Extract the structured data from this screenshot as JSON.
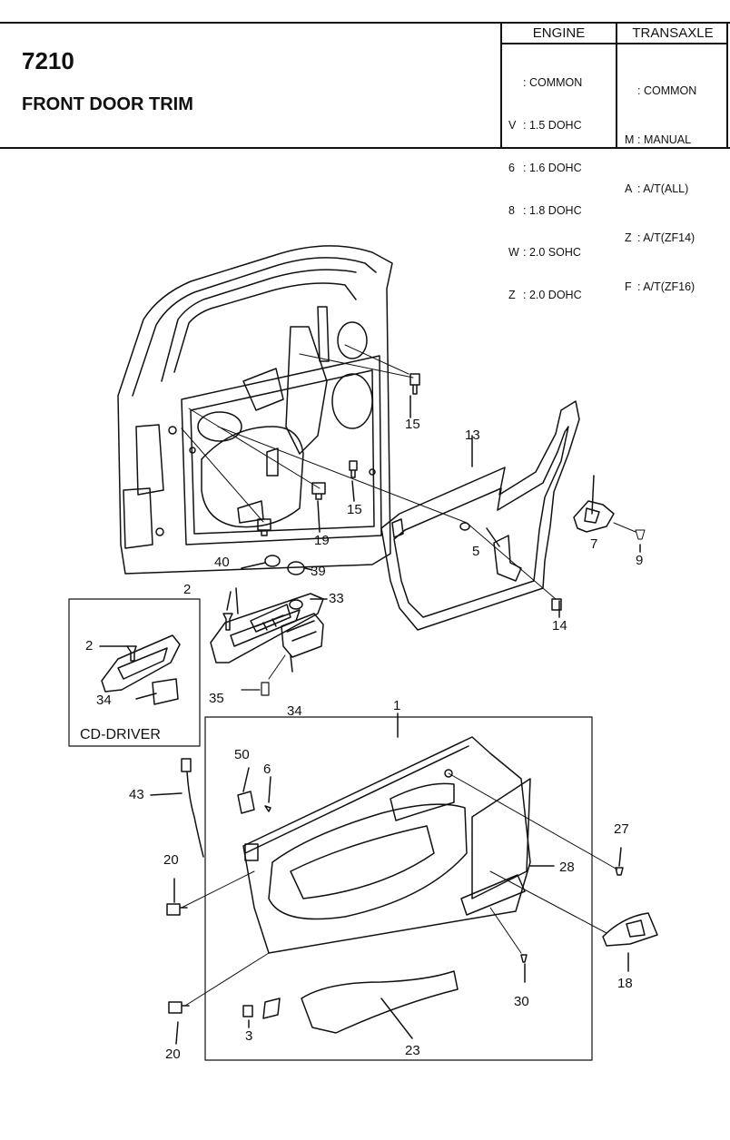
{
  "header": {
    "code": "7210",
    "title": "FRONT DOOR TRIM",
    "engine": {
      "label": "ENGINE",
      "rows": [
        {
          "key": "",
          "value": "COMMON"
        },
        {
          "key": "V",
          "value": "1.5 DOHC"
        },
        {
          "key": "6",
          "value": "1.6 DOHC"
        },
        {
          "key": "8",
          "value": "1.8 DOHC"
        },
        {
          "key": "W",
          "value": "2.0 SOHC"
        },
        {
          "key": "Z",
          "value": "2.0 DOHC"
        }
      ]
    },
    "transaxle": {
      "label": "TRANSAXLE",
      "rows": [
        {
          "key": "",
          "value": "COMMON"
        },
        {
          "key": "M",
          "value": "MANUAL"
        },
        {
          "key": "A",
          "value": "A/T(ALL)"
        },
        {
          "key": "Z",
          "value": "A/T(ZF14)"
        },
        {
          "key": "F",
          "value": "A/T(ZF16)"
        }
      ]
    }
  },
  "diagram": {
    "callouts": {
      "c1": "1",
      "c2a": "2",
      "c2b": "2",
      "c3": "3",
      "c5": "5",
      "c6": "6",
      "c7": "7",
      "c9": "9",
      "c13": "13",
      "c14": "14",
      "c15a": "15",
      "c15b": "15",
      "c18": "18",
      "c19": "19",
      "c20a": "20",
      "c20b": "20",
      "c23": "23",
      "c27": "27",
      "c28": "28",
      "c30": "30",
      "c33": "33",
      "c34a": "34",
      "c34b": "34",
      "c35": "35",
      "c39": "39",
      "c40": "40",
      "c43": "43",
      "c50": "50"
    },
    "inset_label": "CD-DRIVER"
  }
}
